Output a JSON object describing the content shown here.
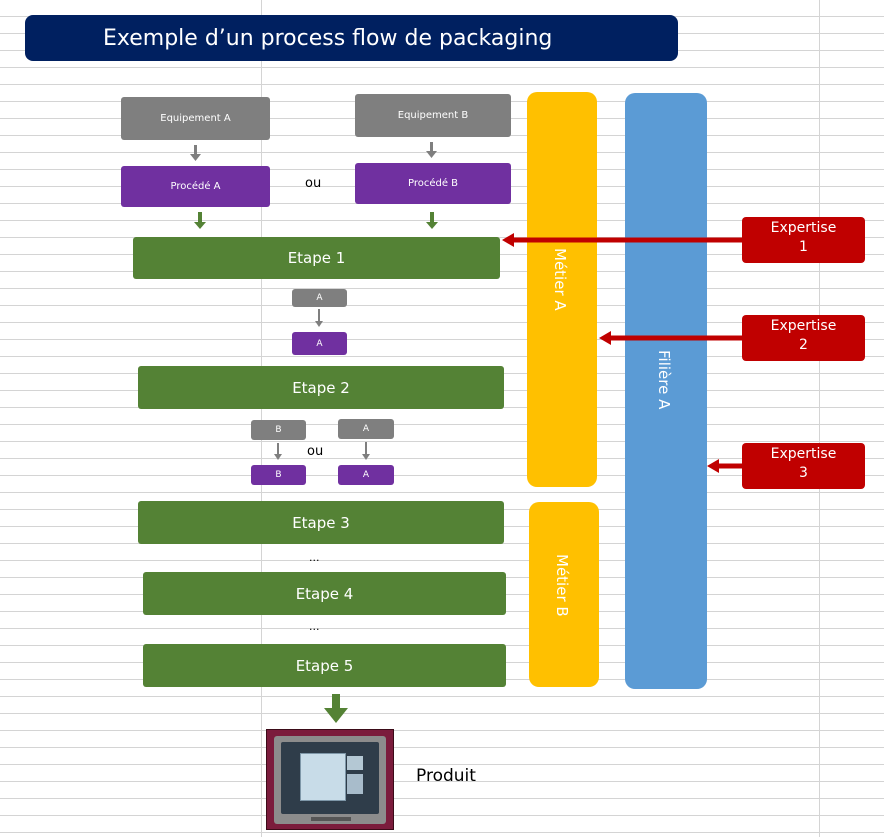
{
  "title": "Exemple d’un process flow de packaging",
  "top": {
    "equipement_a": "Equipement A",
    "equipement_b": "Equipement B",
    "procede_a": "Procédé A",
    "procede_b": "Procédé B",
    "ou": "ou"
  },
  "steps": [
    "Etape 1",
    "Etape 2",
    "Etape 3",
    "Etape 4",
    "Etape 5"
  ],
  "mini": {
    "a_gray": "A",
    "a_purple": "A",
    "b_gray": "B",
    "b_purple": "B",
    "a2_gray": "A",
    "a2_purple": "A",
    "ou": "ou"
  },
  "ellipsis": "...",
  "metier_a": "Métier A",
  "metier_b": "Métier B",
  "filiere_a": "Filière A",
  "expertise": [
    {
      "line1": "Expertise",
      "line2": "1"
    },
    {
      "line1": "Expertise",
      "line2": "2"
    },
    {
      "line1": "Expertise",
      "line2": "3"
    }
  ],
  "product_label": "Produit",
  "colors": {
    "title_bg": "#002060",
    "equipment": "#7f7f7f",
    "process": "#7030a0",
    "step": "#548235",
    "metier": "#ffc000",
    "filiere": "#5b9bd5",
    "expertise": "#c00000"
  }
}
